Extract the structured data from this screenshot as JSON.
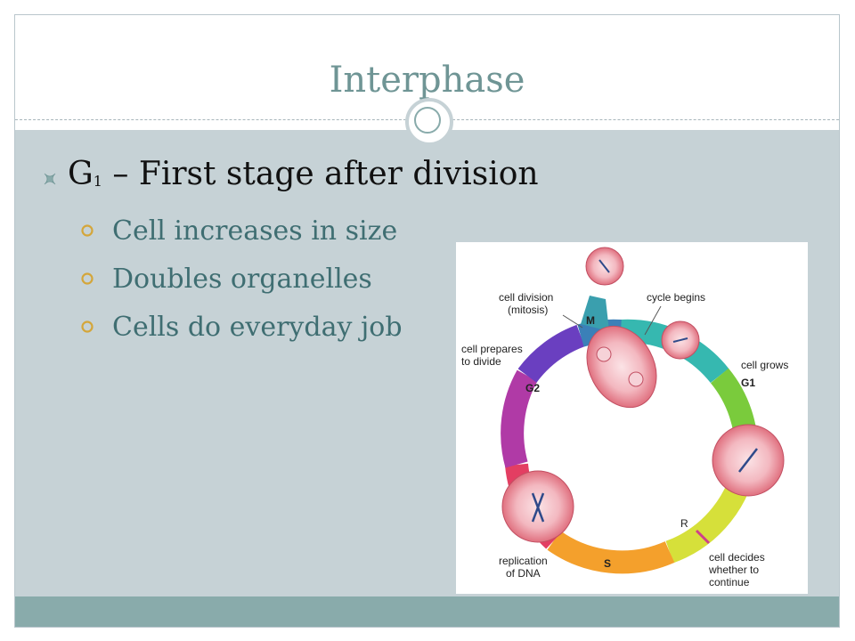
{
  "slide": {
    "title": "Interphase",
    "main_bullet": {
      "prefix": "G",
      "subscript": "1",
      "text": " – First stage after division"
    },
    "sub_bullets": [
      "Cell increases in size",
      "Doubles organelles",
      "Cells do everyday job"
    ]
  },
  "diagram": {
    "labels": {
      "mitosis": [
        "cell division",
        "(mitosis)"
      ],
      "cycle_begins": "cycle begins",
      "cell_grows": "cell grows",
      "prepares": [
        "cell prepares",
        "to divide"
      ],
      "decides": [
        "cell decides",
        "whether to",
        "continue"
      ],
      "replication": [
        "replication",
        "of DNA"
      ],
      "r": "R"
    },
    "phases": {
      "m": "M",
      "g1": "G1",
      "g2": "G2",
      "s": "S"
    }
  },
  "colors": {
    "title": "#6f9595",
    "content_bg": "#c6d2d6",
    "footer": "#89abab",
    "sub_text": "#3f6e72",
    "bullet_icon": "#89abab"
  }
}
